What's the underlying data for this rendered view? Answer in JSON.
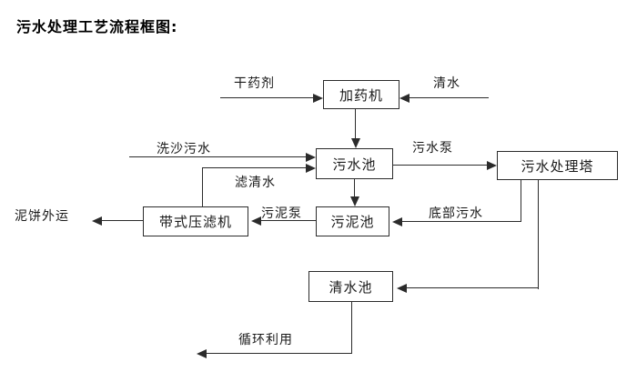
{
  "diagram": {
    "title": "污水处理工艺流程框图:",
    "type": "flowchart",
    "colors": {
      "line": "#2b2b2b",
      "box_border": "#2b2b2b",
      "text": "#000000",
      "background": "#ffffff"
    },
    "nodes": {
      "dosing_machine": {
        "label": "加药机"
      },
      "sewage_pool": {
        "label": "污水池"
      },
      "treatment_tower": {
        "label": "污水处理塔"
      },
      "belt_filter_press": {
        "label": "带式压滤机"
      },
      "sludge_pool": {
        "label": "污泥池"
      },
      "clear_water_pool": {
        "label": "清水池"
      }
    },
    "flows": {
      "dry_chemical": {
        "label": "干药剂",
        "from": "external",
        "to": "dosing_machine"
      },
      "clear_water_in": {
        "label": "清水",
        "from": "external",
        "to": "dosing_machine"
      },
      "dosing_to_sewage_pool": {
        "label": "",
        "from": "dosing_machine",
        "to": "sewage_pool"
      },
      "sand_washing_sewage": {
        "label": "洗沙污水",
        "from": "external",
        "to": "sewage_pool"
      },
      "filtered_water": {
        "label": "滤清水",
        "from": "belt_filter_press",
        "to": "sewage_pool"
      },
      "sewage_pump": {
        "label": "污水泵",
        "from": "sewage_pool",
        "to": "treatment_tower"
      },
      "sewage_pool_to_sludge_pool": {
        "label": "",
        "from": "sewage_pool",
        "to": "sludge_pool"
      },
      "bottom_sewage": {
        "label": "底部污水",
        "from": "treatment_tower",
        "to": "sludge_pool"
      },
      "sludge_pump": {
        "label": "污泥泵",
        "from": "sludge_pool",
        "to": "belt_filter_press"
      },
      "mud_cake_out": {
        "label": "泥饼外运",
        "from": "belt_filter_press",
        "to": "external"
      },
      "tower_to_clear_water_pool": {
        "label": "",
        "from": "treatment_tower",
        "to": "clear_water_pool"
      },
      "recycle": {
        "label": "循环利用",
        "from": "clear_water_pool",
        "to": "external"
      }
    }
  }
}
